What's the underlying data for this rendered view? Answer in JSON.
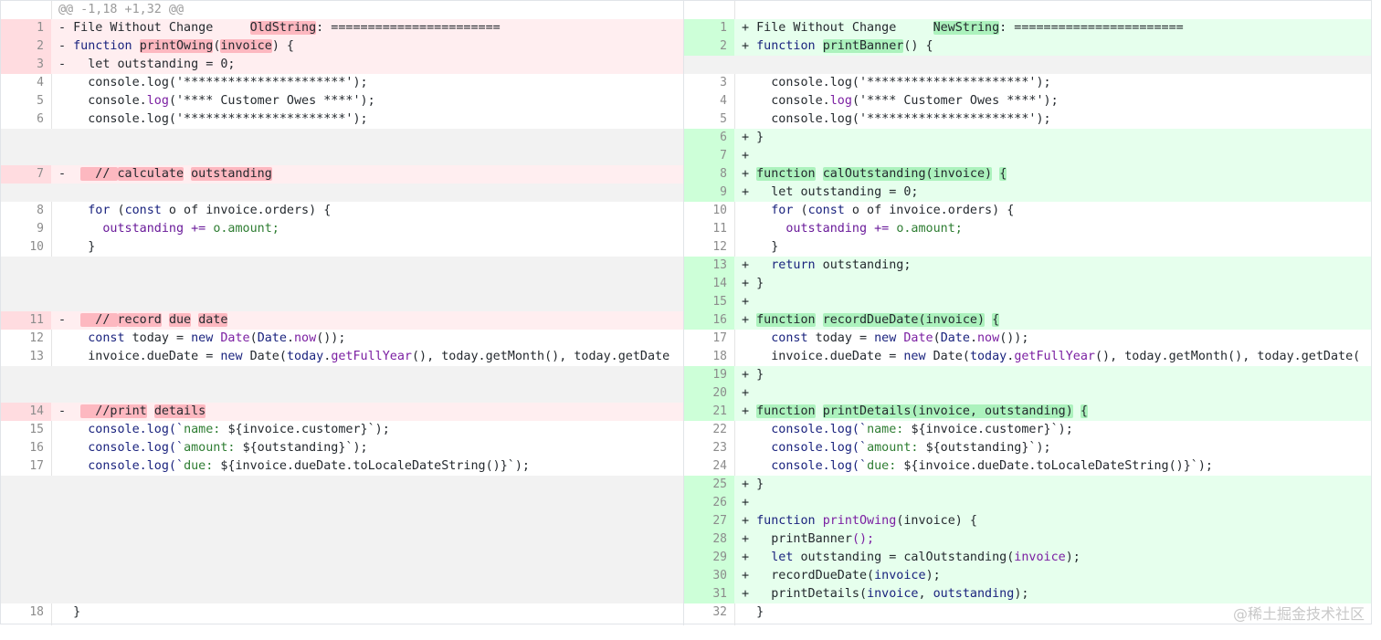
{
  "hunk_header": "@@ -1,18 +1,32 @@",
  "watermark": "@稀土掘金技术社区",
  "rows": [
    {
      "lt": "del",
      "ln": "1",
      "l": [
        [
          "- File Without Change     ",
          ""
        ],
        [
          "OldString",
          "hd"
        ],
        [
          ": =======================",
          ""
        ]
      ],
      "rt": "add",
      "rn": "1",
      "r": [
        [
          "+ File Without Change     ",
          ""
        ],
        [
          "NewString",
          "ha"
        ],
        [
          ": =======================",
          ""
        ]
      ]
    },
    {
      "lt": "del",
      "ln": "2",
      "l": [
        [
          "- ",
          ""
        ],
        [
          "function",
          "kw"
        ],
        [
          " ",
          ""
        ],
        [
          "printOwing",
          "hd"
        ],
        [
          "(",
          ""
        ],
        [
          "invoice",
          "hd"
        ],
        [
          ") {",
          ""
        ]
      ],
      "rt": "add",
      "rn": "2",
      "r": [
        [
          "+ ",
          ""
        ],
        [
          "function",
          "kw"
        ],
        [
          " ",
          ""
        ],
        [
          "printBanner",
          "ha"
        ],
        [
          "() {",
          ""
        ]
      ]
    },
    {
      "lt": "del",
      "ln": "3",
      "l": [
        [
          "-   let outstanding = 0;",
          ""
        ]
      ],
      "rt": "empty",
      "rn": "",
      "r": []
    },
    {
      "lt": "ctx",
      "ln": "4",
      "l": [
        [
          "    console.log('**********************');",
          ""
        ]
      ],
      "rt": "ctx",
      "rn": "3",
      "r": [
        [
          "    console.log('**********************');",
          ""
        ]
      ]
    },
    {
      "lt": "ctx",
      "ln": "5",
      "l": [
        [
          "    console.",
          ""
        ],
        [
          "log",
          "fn"
        ],
        [
          "('**** Customer Owes ****');",
          ""
        ]
      ],
      "rt": "ctx",
      "rn": "4",
      "r": [
        [
          "    console.",
          ""
        ],
        [
          "log",
          "fn"
        ],
        [
          "('**** Customer Owes ****');",
          ""
        ]
      ]
    },
    {
      "lt": "ctx",
      "ln": "6",
      "l": [
        [
          "    console.log('**********************');",
          ""
        ]
      ],
      "rt": "ctx",
      "rn": "5",
      "r": [
        [
          "    console.log('**********************');",
          ""
        ]
      ]
    },
    {
      "lt": "empty",
      "ln": "",
      "l": [],
      "rt": "add",
      "rn": "6",
      "r": [
        [
          "+ }",
          ""
        ]
      ]
    },
    {
      "lt": "empty",
      "ln": "",
      "l": [],
      "rt": "add",
      "rn": "7",
      "r": [
        [
          "+",
          ""
        ]
      ]
    },
    {
      "lt": "del",
      "ln": "7",
      "l": [
        [
          "-  ",
          ""
        ],
        [
          "  // ",
          "hd"
        ],
        [
          "calculate",
          "hd"
        ],
        [
          " ",
          ""
        ],
        [
          "outstanding",
          "hd"
        ]
      ],
      "rt": "add",
      "rn": "8",
      "r": [
        [
          "+ ",
          ""
        ],
        [
          "function",
          "ha"
        ],
        [
          " ",
          ""
        ],
        [
          "calOutstanding(invoice)",
          "ha"
        ],
        [
          " ",
          ""
        ],
        [
          "{",
          "ha"
        ]
      ]
    },
    {
      "lt": "empty",
      "ln": "",
      "l": [],
      "rt": "add",
      "rn": "9",
      "r": [
        [
          "+   let outstanding = 0;",
          ""
        ]
      ]
    },
    {
      "lt": "ctx",
      "ln": "8",
      "l": [
        [
          "    ",
          ""
        ],
        [
          "for",
          "kw"
        ],
        [
          " (",
          ""
        ],
        [
          "const",
          "kw"
        ],
        [
          " o of invoice.orders) {",
          ""
        ]
      ],
      "rt": "ctx",
      "rn": "10",
      "r": [
        [
          "    ",
          ""
        ],
        [
          "for",
          "kw"
        ],
        [
          " (",
          ""
        ],
        [
          "const",
          "kw"
        ],
        [
          " o of invoice.orders) {",
          ""
        ]
      ]
    },
    {
      "lt": "ctx",
      "ln": "9",
      "l": [
        [
          "      ",
          ""
        ],
        [
          "outstanding += ",
          "purple"
        ],
        [
          "o.amount;",
          "green"
        ]
      ],
      "rt": "ctx",
      "rn": "11",
      "r": [
        [
          "      ",
          ""
        ],
        [
          "outstanding += ",
          "purple"
        ],
        [
          "o.amount;",
          "green"
        ]
      ]
    },
    {
      "lt": "ctx",
      "ln": "10",
      "l": [
        [
          "    }",
          ""
        ]
      ],
      "rt": "ctx",
      "rn": "12",
      "r": [
        [
          "    }",
          ""
        ]
      ]
    },
    {
      "lt": "empty",
      "ln": "",
      "l": [],
      "rt": "add",
      "rn": "13",
      "r": [
        [
          "+   ",
          ""
        ],
        [
          "return",
          "kw"
        ],
        [
          " outstanding;",
          ""
        ]
      ]
    },
    {
      "lt": "empty",
      "ln": "",
      "l": [],
      "rt": "add",
      "rn": "14",
      "r": [
        [
          "+ }",
          ""
        ]
      ]
    },
    {
      "lt": "empty",
      "ln": "",
      "l": [],
      "rt": "add",
      "rn": "15",
      "r": [
        [
          "+",
          ""
        ]
      ]
    },
    {
      "lt": "del",
      "ln": "11",
      "l": [
        [
          "-  ",
          ""
        ],
        [
          "  // ",
          "hd"
        ],
        [
          "record",
          "hd"
        ],
        [
          " ",
          ""
        ],
        [
          "due",
          "hd"
        ],
        [
          " ",
          ""
        ],
        [
          "date",
          "hd"
        ]
      ],
      "rt": "add",
      "rn": "16",
      "r": [
        [
          "+ ",
          ""
        ],
        [
          "function",
          "ha"
        ],
        [
          " ",
          ""
        ],
        [
          "recordDueDate(invoice)",
          "ha"
        ],
        [
          " ",
          ""
        ],
        [
          "{",
          "ha"
        ]
      ]
    },
    {
      "lt": "ctx",
      "ln": "12",
      "l": [
        [
          "    ",
          ""
        ],
        [
          "const",
          "kw"
        ],
        [
          " today = ",
          ""
        ],
        [
          "new",
          "kw"
        ],
        [
          " ",
          ""
        ],
        [
          "Date",
          "fn"
        ],
        [
          "(",
          ""
        ],
        [
          "Date",
          "kw"
        ],
        [
          ".",
          ""
        ],
        [
          "now",
          "fn"
        ],
        [
          "());",
          ""
        ]
      ],
      "rt": "ctx",
      "rn": "17",
      "r": [
        [
          "    ",
          ""
        ],
        [
          "const",
          "kw"
        ],
        [
          " today = ",
          ""
        ],
        [
          "new",
          "kw"
        ],
        [
          " ",
          ""
        ],
        [
          "Date",
          "fn"
        ],
        [
          "(",
          ""
        ],
        [
          "Date",
          "kw"
        ],
        [
          ".",
          ""
        ],
        [
          "now",
          "fn"
        ],
        [
          "());",
          ""
        ]
      ]
    },
    {
      "lt": "ctx",
      "ln": "13",
      "l": [
        [
          "    invoice.dueDate = ",
          ""
        ],
        [
          "new",
          "kw"
        ],
        [
          " Date(",
          ""
        ],
        [
          "today",
          "kw"
        ],
        [
          ".",
          ""
        ],
        [
          "getFullYear",
          "fn"
        ],
        [
          "(), today.getMonth(), today.getDate",
          ""
        ]
      ],
      "rt": "ctx",
      "rn": "18",
      "r": [
        [
          "    invoice.dueDate = ",
          ""
        ],
        [
          "new",
          "kw"
        ],
        [
          " Date(",
          ""
        ],
        [
          "today",
          "kw"
        ],
        [
          ".",
          ""
        ],
        [
          "getFullYear",
          "fn"
        ],
        [
          "(), today.getMonth(), today.getDate(",
          ""
        ]
      ]
    },
    {
      "lt": "empty",
      "ln": "",
      "l": [],
      "rt": "add",
      "rn": "19",
      "r": [
        [
          "+ }",
          ""
        ]
      ]
    },
    {
      "lt": "empty",
      "ln": "",
      "l": [],
      "rt": "add",
      "rn": "20",
      "r": [
        [
          "+",
          ""
        ]
      ]
    },
    {
      "lt": "del",
      "ln": "14",
      "l": [
        [
          "-  ",
          ""
        ],
        [
          "  //print",
          "hd"
        ],
        [
          " ",
          ""
        ],
        [
          "details",
          "hd"
        ]
      ],
      "rt": "add",
      "rn": "21",
      "r": [
        [
          "+ ",
          ""
        ],
        [
          "function",
          "ha"
        ],
        [
          " ",
          ""
        ],
        [
          "printDetails(invoice, outstanding)",
          "ha"
        ],
        [
          " ",
          ""
        ],
        [
          "{",
          "ha"
        ]
      ]
    },
    {
      "lt": "ctx",
      "ln": "15",
      "l": [
        [
          "    ",
          ""
        ],
        [
          "console.log(`",
          "kw"
        ],
        [
          "name: ",
          "green"
        ],
        [
          "${invoice.customer}`);",
          ""
        ]
      ],
      "rt": "ctx",
      "rn": "22",
      "r": [
        [
          "    ",
          ""
        ],
        [
          "console.log(`",
          "kw"
        ],
        [
          "name: ",
          "green"
        ],
        [
          "${invoice.customer}`);",
          ""
        ]
      ]
    },
    {
      "lt": "ctx",
      "ln": "16",
      "l": [
        [
          "    ",
          ""
        ],
        [
          "console.log(`",
          "kw"
        ],
        [
          "amount: ",
          "green"
        ],
        [
          "${outstanding}`);",
          ""
        ]
      ],
      "rt": "ctx",
      "rn": "23",
      "r": [
        [
          "    ",
          ""
        ],
        [
          "console.log(`",
          "kw"
        ],
        [
          "amount: ",
          "green"
        ],
        [
          "${outstanding}`);",
          ""
        ]
      ]
    },
    {
      "lt": "ctx",
      "ln": "17",
      "l": [
        [
          "    ",
          ""
        ],
        [
          "console.log(`",
          "kw"
        ],
        [
          "due: ",
          "green"
        ],
        [
          "${invoice.dueDate.toLocaleDateString()}`);",
          ""
        ]
      ],
      "rt": "ctx",
      "rn": "24",
      "r": [
        [
          "    ",
          ""
        ],
        [
          "console.log(`",
          "kw"
        ],
        [
          "due: ",
          "green"
        ],
        [
          "${invoice.dueDate.toLocaleDateString()}`);",
          ""
        ]
      ]
    },
    {
      "lt": "empty",
      "ln": "",
      "l": [],
      "rt": "add",
      "rn": "25",
      "r": [
        [
          "+ }",
          ""
        ]
      ]
    },
    {
      "lt": "empty",
      "ln": "",
      "l": [],
      "rt": "add",
      "rn": "26",
      "r": [
        [
          "+",
          ""
        ]
      ]
    },
    {
      "lt": "empty",
      "ln": "",
      "l": [],
      "rt": "add",
      "rn": "27",
      "r": [
        [
          "+ ",
          ""
        ],
        [
          "function",
          "kw"
        ],
        [
          " ",
          ""
        ],
        [
          "printOwing",
          "fn"
        ],
        [
          "(invoice) {",
          ""
        ]
      ]
    },
    {
      "lt": "empty",
      "ln": "",
      "l": [],
      "rt": "add",
      "rn": "28",
      "r": [
        [
          "+   printBanner",
          ""
        ],
        [
          "();",
          "fn"
        ]
      ]
    },
    {
      "lt": "empty",
      "ln": "",
      "l": [],
      "rt": "add",
      "rn": "29",
      "r": [
        [
          "+   ",
          ""
        ],
        [
          "let",
          "kw"
        ],
        [
          " outstanding = calOutstanding(",
          ""
        ],
        [
          "invoice",
          "fn"
        ],
        [
          ");",
          ""
        ]
      ]
    },
    {
      "lt": "empty",
      "ln": "",
      "l": [],
      "rt": "add",
      "rn": "30",
      "r": [
        [
          "+   recordDueDate(",
          ""
        ],
        [
          "invoice",
          "kw"
        ],
        [
          ");",
          ""
        ]
      ]
    },
    {
      "lt": "empty",
      "ln": "",
      "l": [],
      "rt": "add",
      "rn": "31",
      "r": [
        [
          "+   printDetails(",
          ""
        ],
        [
          "invoice",
          "kw"
        ],
        [
          ", ",
          ""
        ],
        [
          "outstanding",
          "kw"
        ],
        [
          ");",
          ""
        ]
      ]
    },
    {
      "lt": "ctx",
      "ln": "18",
      "l": [
        [
          "  }",
          ""
        ]
      ],
      "rt": "ctx",
      "rn": "32",
      "r": [
        [
          "  }",
          ""
        ]
      ]
    }
  ]
}
